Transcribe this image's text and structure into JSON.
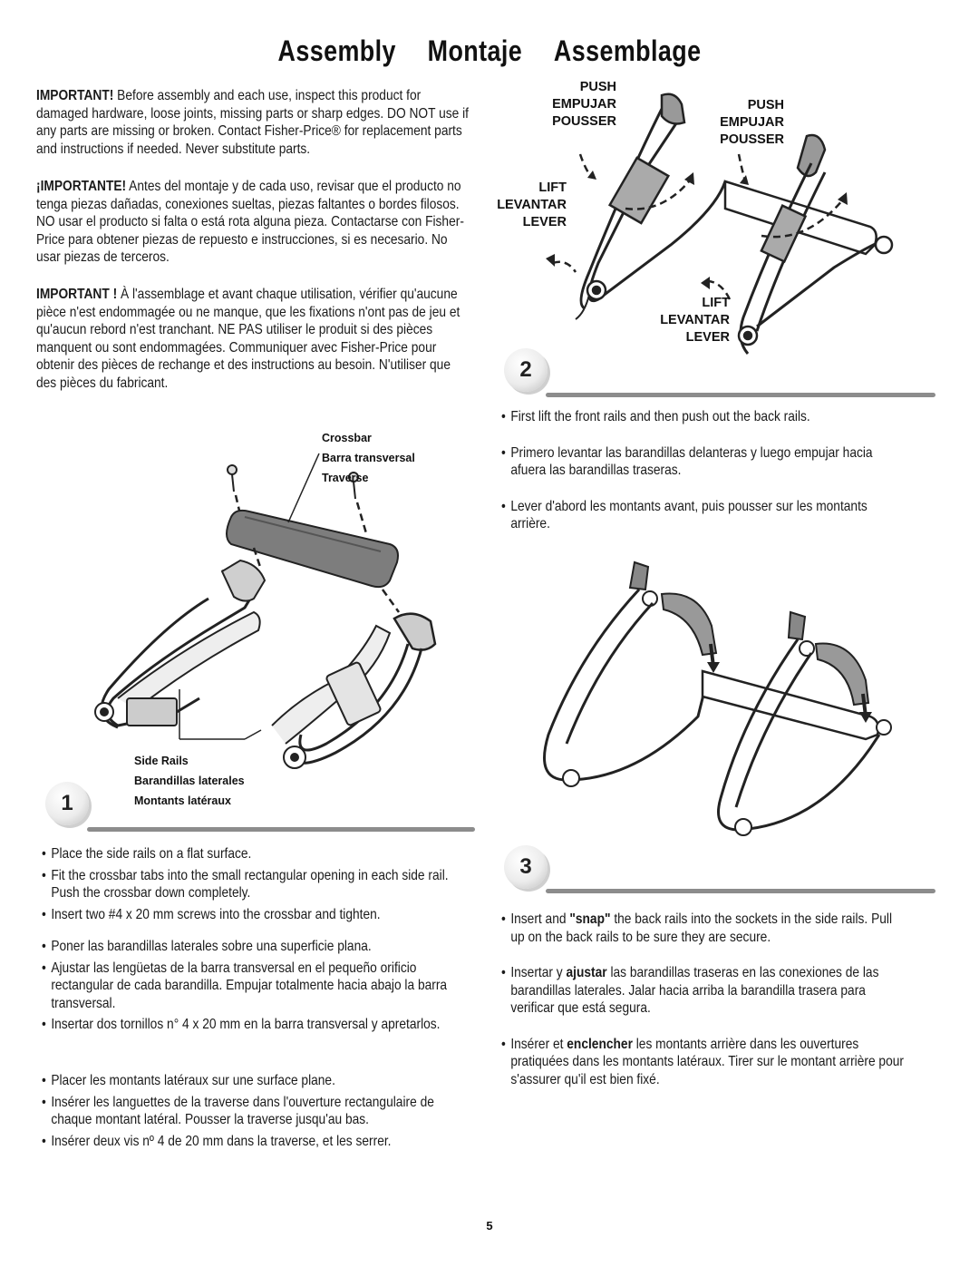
{
  "header": {
    "title_en": "Assembly",
    "title_es": "Montaje",
    "title_fr": "Assemblage"
  },
  "warnings": {
    "en_lead": "IMPORTANT!",
    "en_text": " Before assembly and each use, inspect this product for damaged hardware, loose joints, missing parts or sharp edges. DO NOT use if any parts are missing or broken. Contact Fisher-Price® for replacement parts and instructions if needed. Never substitute parts.",
    "es_lead": "¡IMPORTANTE!",
    "es_text": " Antes del montaje y de cada uso, revisar que el producto no tenga piezas dañadas, conexiones sueltas, piezas faltantes o bordes filosos. NO usar el producto si falta o está rota alguna pieza. Contactarse con Fisher-Price para obtener piezas de repuesto e instrucciones, si es necesario. No usar piezas de terceros.",
    "fr_lead": "IMPORTANT !",
    "fr_text": " À l'assemblage et avant chaque utilisation, vérifier qu'aucune pièce n'est endommagée ou ne manque, que les fixations n'ont pas de jeu et qu'aucun rebord n'est tranchant. NE PAS utiliser le produit si des pièces manquent ou sont endommagées. Communiquer avec Fisher-Price pour obtenir des pièces de rechange et des instructions au besoin. N'utiliser que des pièces du fabricant."
  },
  "step1": {
    "number": "1",
    "labels": {
      "crossbar_en": "Crossbar",
      "crossbar_es": "Barra transversal",
      "crossbar_fr": "Traverse",
      "siderails_en": "Side Rails",
      "siderails_es": "Barandillas laterales",
      "siderails_fr": "Montants latéraux"
    },
    "bullets_en": [
      "Place the side rails on a flat surface.",
      "Fit the crossbar tabs into the small rectangular opening in each side rail. Push the crossbar down completely.",
      "Insert two #4 x 20 mm screws into the crossbar and tighten."
    ],
    "bullets_es": [
      "Poner las barandillas laterales sobre una superficie plana.",
      "Ajustar las lengüetas de la barra transversal en el pequeño orificio rectangular de cada barandilla. Empujar totalmente hacia abajo la barra transversal.",
      "Insertar dos tornillos n° 4 x 20 mm en la barra transversal y apretarlos."
    ],
    "bullets_fr": [
      "Placer les montants latéraux sur une surface plane.",
      "Insérer les languettes de la traverse dans l'ouverture rectangulaire de chaque montant latéral. Pousser la traverse jusqu'au bas.",
      "Insérer deux vis nº 4 de 20 mm dans la traverse, et les serrer."
    ]
  },
  "step2": {
    "number": "2",
    "push_left": [
      "PUSH",
      "EMPUJAR",
      "POUSSER"
    ],
    "push_right": [
      "PUSH",
      "EMPUJAR",
      "POUSSER"
    ],
    "lift_left": [
      "LIFT",
      "LEVANTAR",
      "LEVER"
    ],
    "lift_right": [
      "LIFT",
      "LEVANTAR",
      "LEVER"
    ],
    "bullets": [
      "First lift the front rails and then push out the back rails.",
      "Primero levantar las barandillas delanteras y luego empujar hacia afuera las barandillas traseras.",
      "Lever d'abord les montants avant, puis pousser sur les montants arrière."
    ]
  },
  "step3": {
    "number": "3",
    "en_pre": "Insert and ",
    "en_bold": "\"snap\"",
    "en_post": " the back rails into the sockets in the side rails. Pull up on the back rails to be sure they are secure.",
    "es_pre": "Insertar y ",
    "es_bold": "ajustar",
    "es_post": " las barandillas traseras en las conexiones de las barandillas laterales. Jalar hacia arriba la barandilla trasera para verificar que está segura.",
    "fr_pre": "Insérer et ",
    "fr_bold": "enclencher",
    "fr_post": " les montants arrière dans les ouvertures pratiquées dans les montants latéraux. Tirer sur le montant arrière pour s'assurer qu'il est bien fixé."
  },
  "footer": {
    "page_number": "5"
  }
}
